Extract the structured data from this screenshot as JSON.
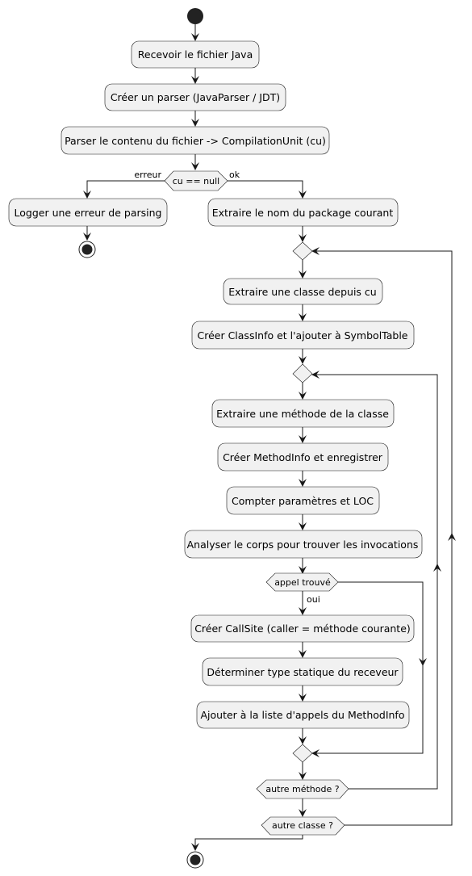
{
  "steps": {
    "receive": "Recevoir le fichier Java",
    "create_parser": "Créer un parser (JavaParser / JDT)",
    "parse": "Parser le contenu du fichier -> CompilationUnit (cu)",
    "log_error": "Logger une erreur de parsing",
    "extract_package": "Extraire le nom du package courant",
    "extract_class": "Extraire une classe depuis cu",
    "create_classinfo": "Créer ClassInfo et l'ajouter à SymbolTable",
    "extract_method": "Extraire une méthode de la classe",
    "create_methodinfo": "Créer MethodInfo et enregistrer",
    "count_params": "Compter paramètres et LOC",
    "analyze_body": "Analyser le corps pour trouver les invocations",
    "create_callsite": "Créer CallSite (caller = méthode courante)",
    "determine_type": "Déterminer type statique du receveur",
    "add_call": "Ajouter à la liste d'appels du MethodInfo"
  },
  "decisions": {
    "cu_null": "cu == null",
    "call_found": "appel trouvé",
    "other_method": "autre méthode ?",
    "other_class": "autre classe ?"
  },
  "branch_labels": {
    "error": "erreur",
    "ok": "ok",
    "yes": "oui"
  }
}
